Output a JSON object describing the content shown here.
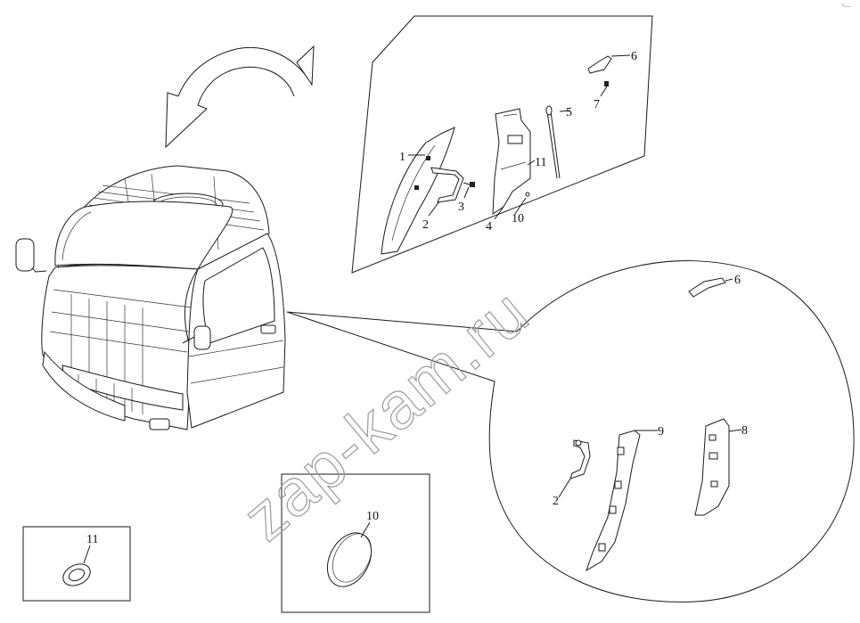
{
  "watermark": "zap-kam.ru",
  "corner_mark": "ᵉ—",
  "callouts": {
    "n1": "1",
    "n2_top": "2",
    "n3": "3",
    "n4": "4",
    "n5": "5",
    "n6_top": "6",
    "n7": "7",
    "n10_top": "10",
    "n11_top": "11",
    "n6_circle": "6",
    "n8": "8",
    "n9": "9",
    "n2_circle": "2",
    "n10_box": "10",
    "n11_box": "11"
  }
}
